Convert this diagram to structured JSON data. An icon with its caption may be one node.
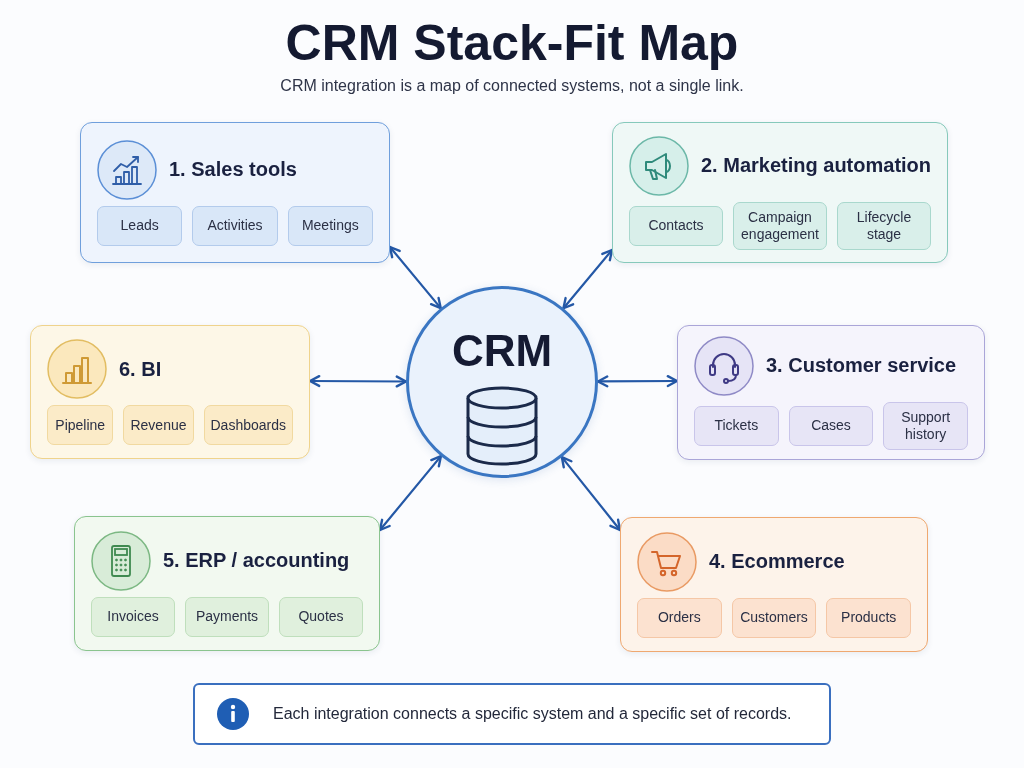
{
  "diagram": {
    "title": "CRM Stack-Fit Map",
    "nodes": [
      {
        "text": [
          "1. Sales tools"
        ]
      },
      {
        "text": [
          "Leads"
        ],
        "in": 0
      },
      {
        "text": [
          "Activities"
        ],
        "in": 0
      },
      {
        "text": [
          "Meetings"
        ],
        "in": 0
      },
      {
        "text": [
          "2. Marketing automation"
        ]
      },
      {
        "text": [
          "Contacts"
        ],
        "in": 4
      },
      {
        "text": [
          "Campaign engagement"
        ],
        "in": 4
      },
      {
        "text": [
          "Lifecycle stage"
        ],
        "in": 4
      },
      {
        "text": [
          "CRM"
        ]
      },
      {
        "text": [
          "6. BI"
        ]
      },
      {
        "text": [
          "Pipeline"
        ],
        "in": 9
      },
      {
        "text": [
          "Revenue"
        ],
        "in": 9
      },
      {
        "text": [
          "Dashboards"
        ],
        "in": 9
      },
      {
        "text": [
          "3. Customer service"
        ]
      },
      {
        "text": [
          "Tickets"
        ],
        "in": 13
      },
      {
        "text": [
          "Cases"
        ],
        "in": 13
      },
      {
        "text": [
          "Support history"
        ],
        "in": 13
      },
      {
        "text": [
          "5. ERP / accounting"
        ]
      },
      {
        "text": [
          "Invoices"
        ],
        "in": 17
      },
      {
        "text": [
          "Payments"
        ],
        "in": 17
      },
      {
        "text": [
          "Quotes"
        ],
        "in": 17
      },
      {
        "text": [
          "4. Ecommerce"
        ]
      },
      {
        "text": [
          "Orders"
        ],
        "in": 21
      },
      {
        "text": [
          "Customers"
        ],
        "in": 21
      },
      {
        "text": [
          "Products"
        ],
        "in": 21
      },
      {
        "text": [
          "Each integration connects a specific system and a specific set of records."
        ]
      }
    ],
    "edges": [
      {
        "from": 0,
        "to": 8,
        "arrow": "both"
      },
      {
        "from": 4,
        "to": 8,
        "arrow": "both"
      },
      {
        "from": 9,
        "to": 8,
        "arrow": "both"
      },
      {
        "from": 13,
        "to": 8,
        "arrow": "both"
      },
      {
        "from": 17,
        "to": 8,
        "arrow": "both"
      },
      {
        "from": 21,
        "to": 8,
        "arrow": "both"
      }
    ],
    "labels": [
      "CRM integration is a map of connected systems, not a single link."
    ]
  }
}
